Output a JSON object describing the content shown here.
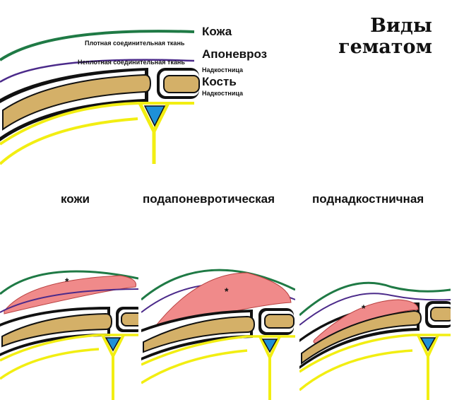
{
  "title": {
    "line1": "Виды",
    "line2": "гематом"
  },
  "labels": {
    "skin": "Кожа",
    "dense_tissue": "Плотная соединительная ткань",
    "aponeurosis": "Апоневроз",
    "loose_tissue": "Неплотная соединительная ткань",
    "periosteum_top": "Надкостница",
    "bone": "Кость",
    "periosteum_bottom": "Надкостница"
  },
  "panels": [
    {
      "caption": "кожи",
      "marker": "*"
    },
    {
      "caption": "подапоневротическая",
      "marker": "*"
    },
    {
      "caption": "поднадкостничная",
      "marker": "*"
    }
  ],
  "colors": {
    "skin": "#1f7a45",
    "aponeurosis": "#4b2a8a",
    "bone_fill": "#d4b068",
    "bone_outline": "#111111",
    "periosteum": "#f2ee12",
    "hematoma": "#f08a8a",
    "vessel": "#1e90d8"
  }
}
